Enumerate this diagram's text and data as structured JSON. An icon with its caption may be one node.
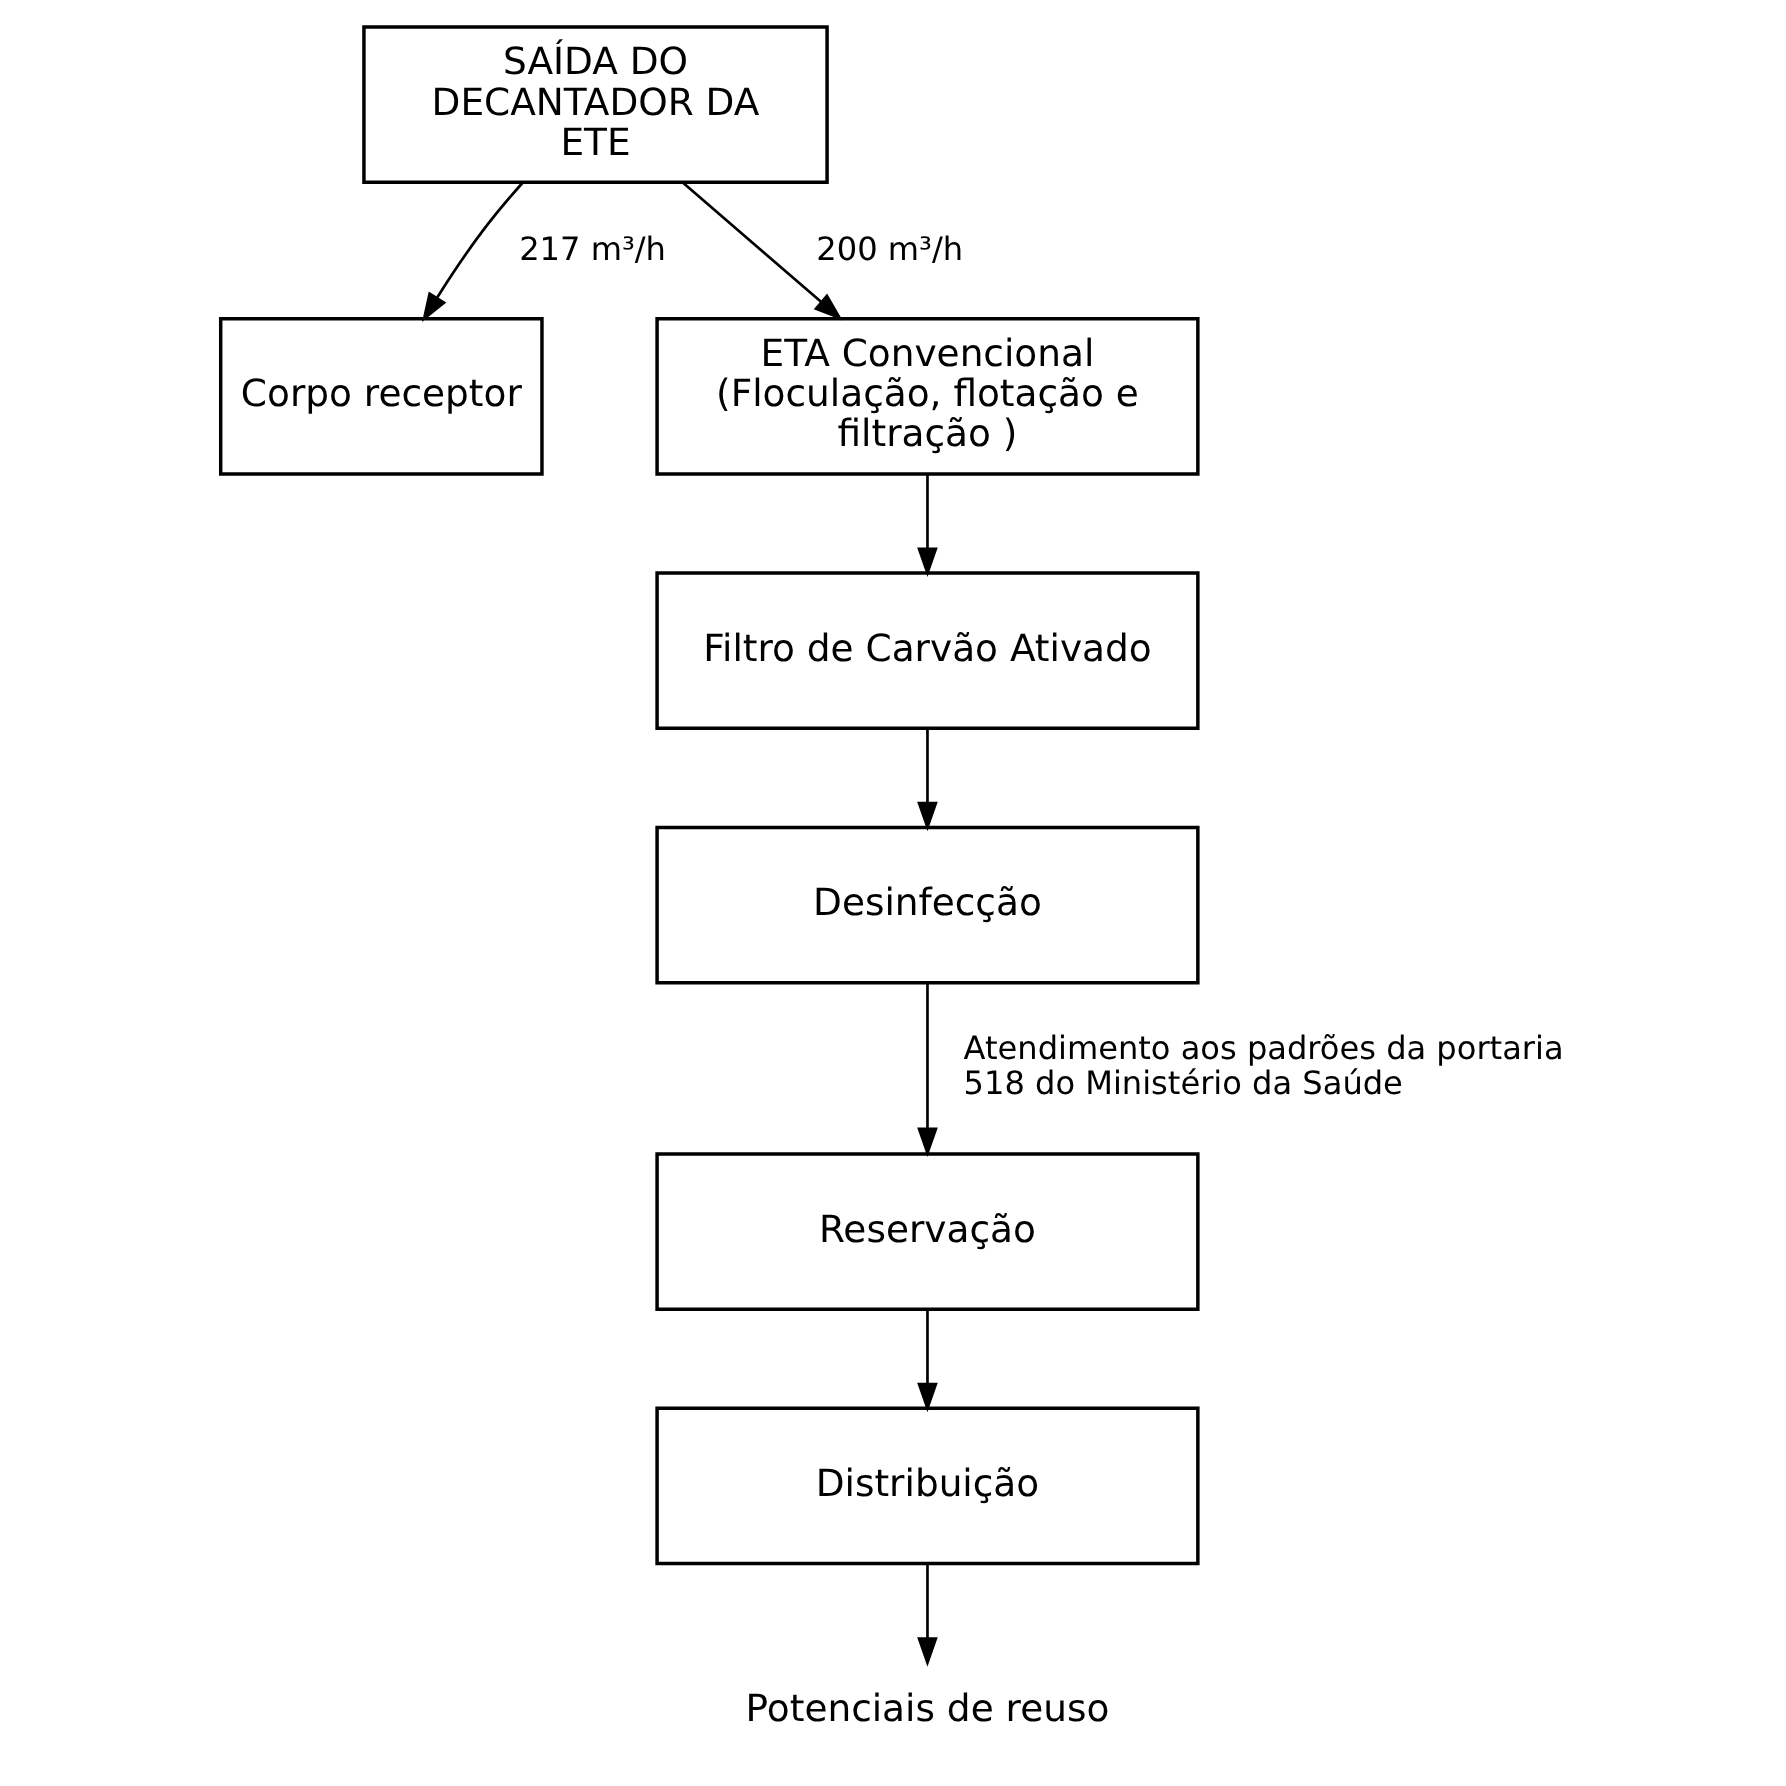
{
  "diagram": {
    "nodes": [
      {
        "text": [
          "SAÍDA DO DECANTADOR DA ETE"
        ]
      },
      {
        "text": [
          "Corpo receptor"
        ]
      },
      {
        "text": [
          "ETA Convencional (Floculação, flotação e filtração )"
        ]
      },
      {
        "text": [
          "Filtro de Carvão Ativado"
        ]
      },
      {
        "text": [
          "Desinfecção"
        ]
      },
      {
        "text": [
          "Reservação"
        ]
      },
      {
        "text": [
          "Distribuição"
        ]
      },
      {
        "text": [
          "Potenciais de reuso"
        ]
      }
    ],
    "edges": [
      {
        "from": 0,
        "to": 1,
        "arrow": "to",
        "label": "217 m³/h"
      },
      {
        "from": 0,
        "to": 2,
        "arrow": "to",
        "label": "200 m³/h"
      },
      {
        "from": 2,
        "to": 3,
        "arrow": "to"
      },
      {
        "from": 3,
        "to": 4,
        "arrow": "to"
      },
      {
        "from": 4,
        "to": 5,
        "arrow": "to",
        "label": "Atendimento aos padrões da portaria 518 do Ministério da Saúde"
      },
      {
        "from": 5,
        "to": 6,
        "arrow": "to"
      },
      {
        "from": 6,
        "to": 7,
        "arrow": "to"
      }
    ]
  }
}
